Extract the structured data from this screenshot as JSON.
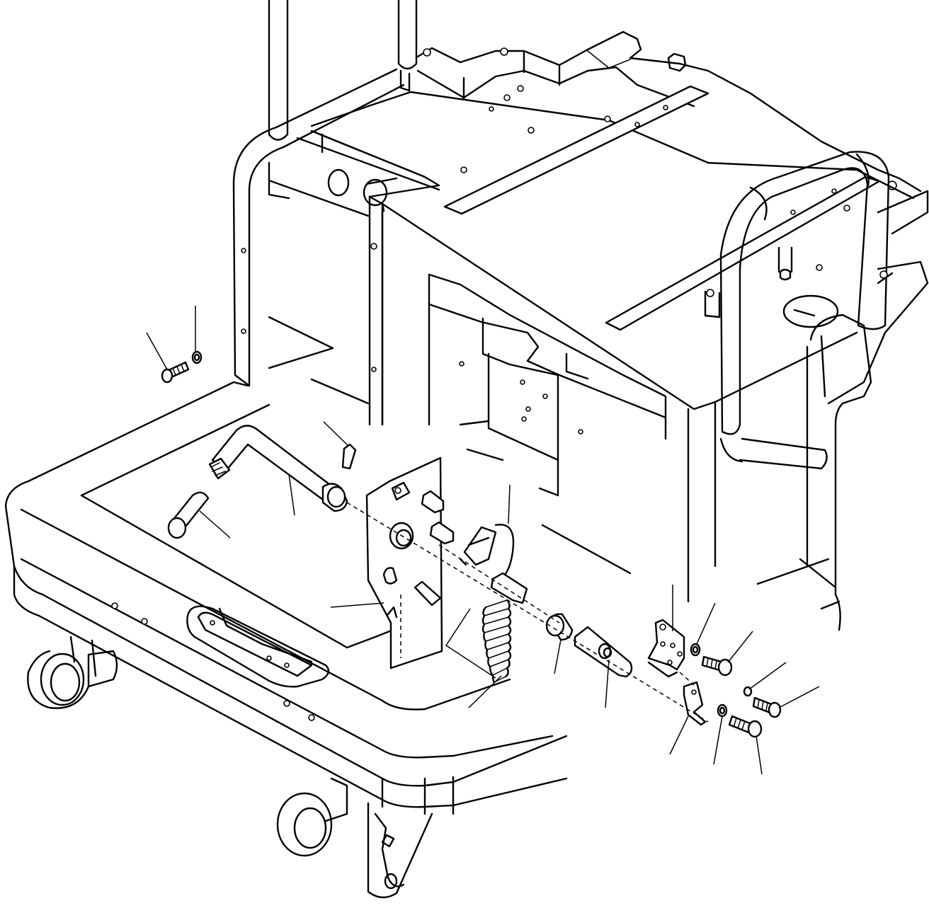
{
  "diagram": {
    "type": "exploded-parts-illustration",
    "colors": {
      "line": "#000000",
      "background": "#ffffff"
    },
    "leader_count": 18,
    "parts": [
      "frame-handle-rails",
      "upper-deck",
      "right-grab-handle",
      "base-platform",
      "casters",
      "side-plate",
      "hand-crank",
      "pin",
      "sleeve",
      "spring",
      "bushing",
      "roller-pin",
      "switch-assembly",
      "mounting-bracket",
      "clip",
      "bolts",
      "washers"
    ]
  }
}
